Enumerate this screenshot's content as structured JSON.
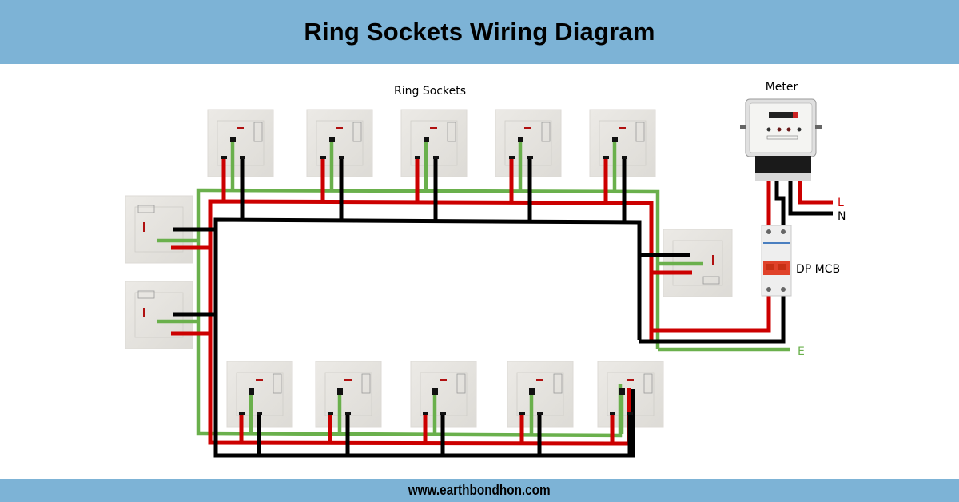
{
  "header": {
    "title": "Ring Sockets Wiring Diagram"
  },
  "footer": {
    "website": "www.earthbondhon.com"
  },
  "diagram": {
    "ring_label": "Ring Sockets",
    "meter_label": "Meter",
    "mcb_label": "DP MCB",
    "live_label": "L",
    "neutral_label": "N",
    "earth_label": "E",
    "socket_count": 13,
    "sockets_top_row": 5,
    "sockets_bottom_row": 5,
    "sockets_left_side": 2,
    "sockets_right_side": 1,
    "colors": {
      "live": "#cc0000",
      "neutral": "#000000",
      "earth": "#6ab04c",
      "live_label": "#cc0000",
      "earth_label": "#6ab04c",
      "banner": "#7db3d6",
      "socket_plate": "#e8e6e1"
    }
  }
}
